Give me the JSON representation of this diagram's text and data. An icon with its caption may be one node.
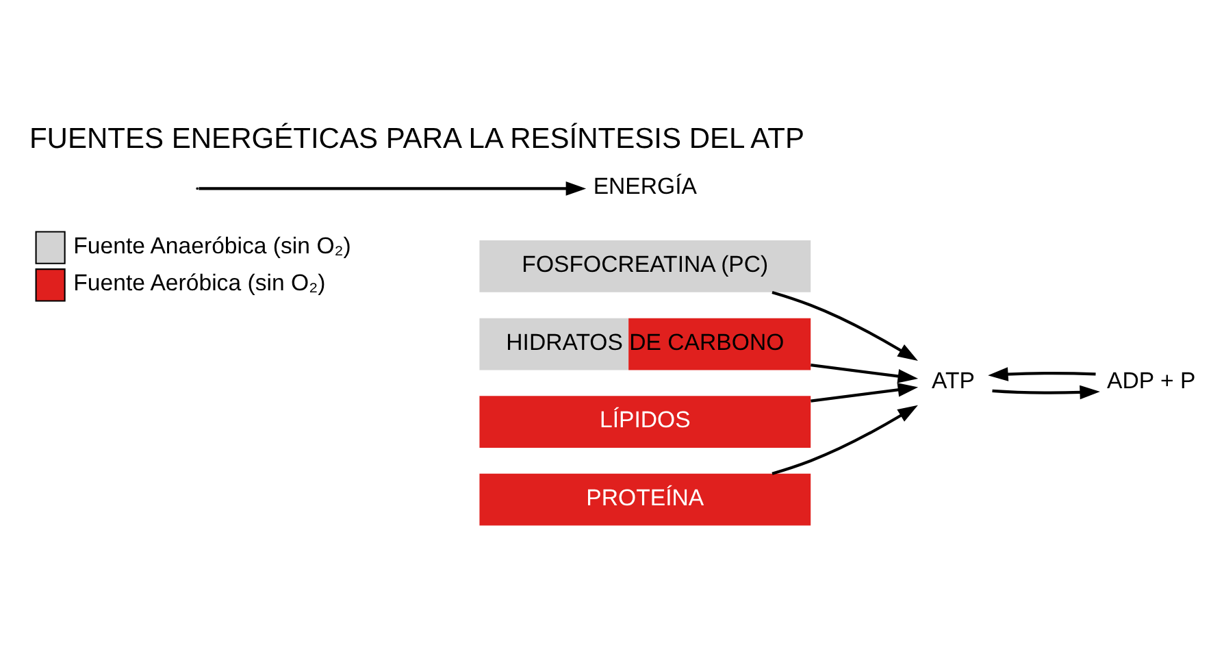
{
  "diagram": {
    "title": "FUENTES ENERGÉTICAS PARA LA RESÍNTESIS DEL ATP",
    "nodes": [
      {
        "text": [
          "FOSFOCREATINA (PC)"
        ]
      },
      {
        "text": [
          "HIDRATOS DE CARBONO"
        ]
      },
      {
        "text": [
          "LÍPIDOS"
        ]
      },
      {
        "text": [
          "PROTEÍNA"
        ]
      },
      {
        "text": [
          "ATP"
        ]
      },
      {
        "text": [
          "ADP + P"
        ]
      },
      {
        "text": [
          "ENERGÍA"
        ]
      }
    ],
    "edges": [
      {
        "from": 0,
        "to": 4,
        "arrow": "to"
      },
      {
        "from": 1,
        "to": 4,
        "arrow": "to"
      },
      {
        "from": 2,
        "to": 4,
        "arrow": "to"
      },
      {
        "from": 3,
        "to": 4,
        "arrow": "to"
      },
      {
        "from": 5,
        "to": 4,
        "arrow": "to"
      },
      {
        "from": 4,
        "to": 5,
        "arrow": "to"
      },
      {
        "from": null,
        "to": 6,
        "arrow": "to"
      }
    ],
    "legend": [
      {
        "text": "Fuente Anaeróbica (sin O₂)",
        "color": "#d3d3d3"
      },
      {
        "text": "Fuente Aeróbica (sin O₂)",
        "color": "#e0201e"
      }
    ]
  }
}
